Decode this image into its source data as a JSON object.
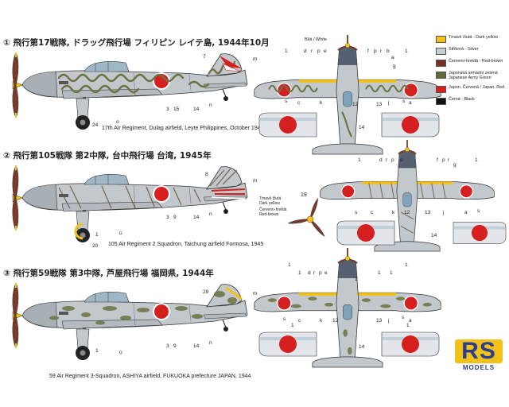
{
  "sections": [
    {
      "title": "飛行第17戦隊, ドラッグ飛行場 フィリピン レイテ島, 1944年10月",
      "caption": "17th Air Regiment, Dulag airfield, Leyte Philippines, October 1944",
      "side_callouts": [
        "7",
        "m",
        "3",
        "15",
        "14",
        "n",
        "o",
        "1",
        "24"
      ]
    },
    {
      "title": "飛行第105戦隊 第2中隊, 台中飛行場 台湾, 1945年",
      "caption": "105  Air Regiment 2  Squadron, Taichung airfield Formosa, 1945",
      "side_callouts": [
        "8",
        "m",
        "3",
        "9",
        "14",
        "n",
        "1",
        "20",
        "o"
      ]
    },
    {
      "title": "飛行第59戦隊 第3中隊, 芦屋飛行場 福岡県, 1944年",
      "caption": "59  Air Regiment 3-Squadron, ASHIYA airfield, FUKUOKA prefecture JAPAN, 1944",
      "side_callouts": [
        "29",
        "m",
        "3",
        "9",
        "14",
        "n",
        "1",
        "o"
      ]
    }
  ],
  "top_view_labels": {
    "top_upper": [
      "d",
      "r",
      "p",
      "e",
      "f",
      "p",
      "r",
      "b",
      "a",
      "1",
      "1",
      "g"
    ],
    "top_lower": [
      "s",
      "c",
      "k",
      "12",
      "13",
      "j",
      "a",
      "s"
    ],
    "mid_upper": [
      "1",
      "d",
      "r",
      "p",
      "e",
      "f",
      "p",
      "r",
      "g",
      "1"
    ],
    "mid_lower": [
      "s",
      "c",
      "k",
      "12",
      "13",
      "j",
      "a",
      "s"
    ],
    "bot_upper": [
      "1",
      "1",
      "d",
      "r",
      "p",
      "e",
      "1",
      "1",
      "1",
      "1"
    ],
    "bot_lower": [
      "s",
      "c",
      "k",
      "12",
      "13",
      "j",
      "a",
      "s"
    ],
    "extra": [
      "14",
      "14",
      "14",
      "1",
      "1"
    ],
    "bila": "Bílá / White"
  },
  "propeller_label": {
    "number": "19",
    "lines": [
      "Tmavě žlutá",
      "Dark yellow",
      "Červeno-hnědá",
      "Red-brown"
    ]
  },
  "legend": [
    {
      "text": "Tmavě žlutá - Dark yellow",
      "color": "#f2c21a"
    },
    {
      "text": "Stříbrná - Silver",
      "color": "#c8cdd2"
    },
    {
      "text": "Červeno-hnědá - Red-brown",
      "color": "#7a2f24"
    },
    {
      "text": "Japonská armádní zelená Japanese Army Green",
      "color": "#5f6a3a"
    },
    {
      "text": "Japon. Červená / Japan. Red",
      "color": "#d62020"
    },
    {
      "text": "Černá - Black",
      "color": "#111111"
    }
  ],
  "logo": {
    "letters": "RS",
    "sub": "MODELS"
  },
  "colors": {
    "silver": "#c3c8cc",
    "green": "#6b7340",
    "yellow": "#f2c21a",
    "red": "#d62020",
    "brown": "#7a3a28",
    "black": "#1a1a1a"
  }
}
